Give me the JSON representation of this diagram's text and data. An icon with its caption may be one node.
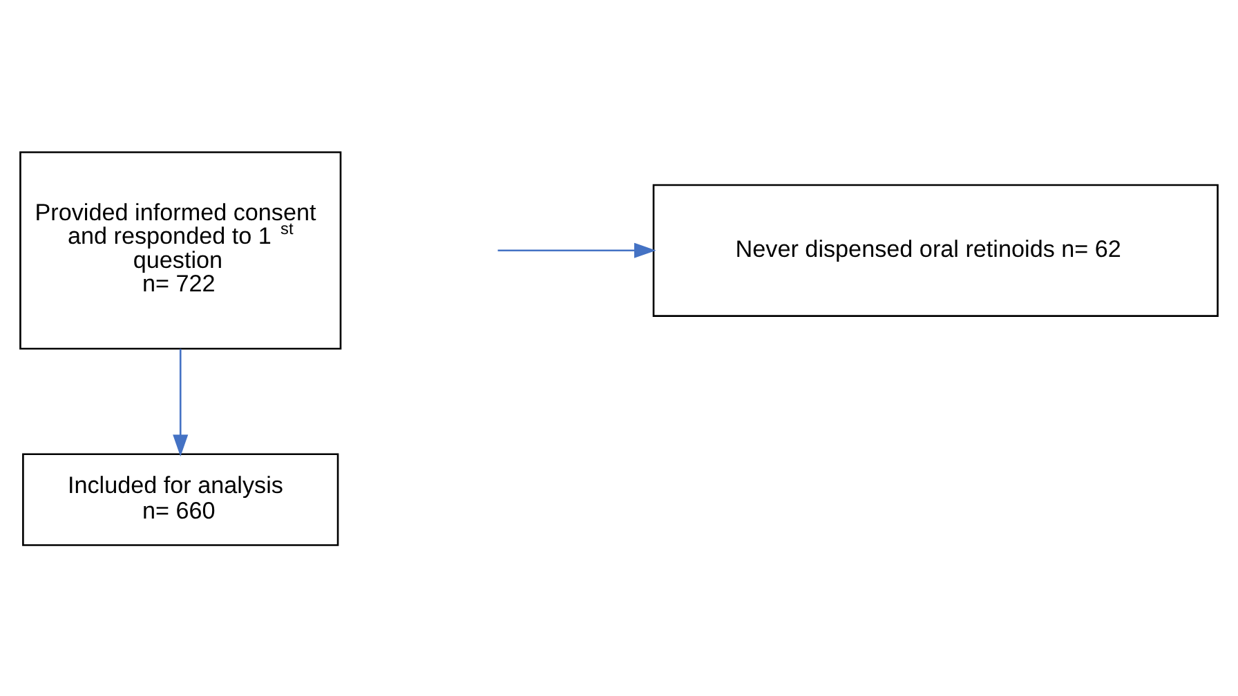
{
  "diagram": {
    "nodes": [
      {
        "text": [
          "Provided informed consent and responded to 1$^{st}$ question",
          "n= 722"
        ]
      },
      {
        "text": [
          "Never dispensed oral retinoids n= 62"
        ]
      },
      {
        "text": [
          "Included for analysis",
          "n= 660"
        ]
      }
    ],
    "edges": [
      {
        "from": 0,
        "to": 2,
        "arrow": "to",
        "color": "#4472c4"
      },
      {
        "from": null,
        "to": 1,
        "arrow": "to",
        "color": "#4472c4"
      }
    ]
  }
}
